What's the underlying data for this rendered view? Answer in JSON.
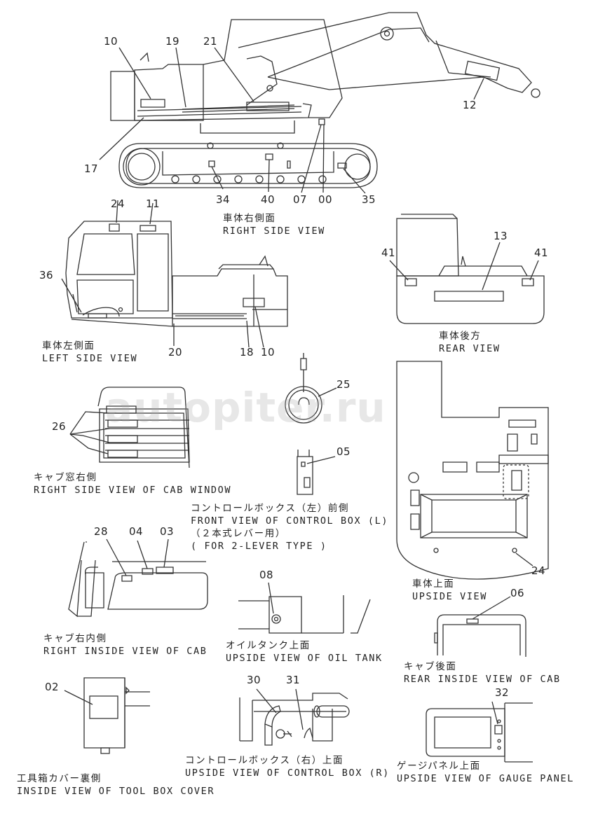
{
  "watermark": "autopiter.ru",
  "views": {
    "right_side": {
      "ja": "車体右側面",
      "en": "RIGHT SIDE VIEW"
    },
    "left_side": {
      "ja": "車体左側面",
      "en": "LEFT SIDE VIEW"
    },
    "rear": {
      "ja": "車体後方",
      "en": "REAR VIEW"
    },
    "cab_window": {
      "ja": "キャブ窓右側",
      "en": "RIGHT SIDE VIEW OF CAB WINDOW"
    },
    "control_box_l": {
      "ja": "コントロールボックス（左）前側",
      "en": "FRONT VIEW OF CONTROL BOX (L)",
      "ja2": "（２本式レバー用）",
      "en2": "( FOR 2-LEVER TYPE )"
    },
    "upside": {
      "ja": "車体上面",
      "en": "UPSIDE VIEW"
    },
    "cab_inside": {
      "ja": "キャブ右内側",
      "en": "RIGHT INSIDE VIEW OF CAB"
    },
    "oil_tank": {
      "ja": "オイルタンク上面",
      "en": "UPSIDE VIEW OF OIL TANK"
    },
    "cab_rear": {
      "ja": "キャブ後面",
      "en": "REAR INSIDE VIEW OF CAB"
    },
    "tool_box": {
      "ja": "工具箱カバー裏側",
      "en": "INSIDE VIEW OF TOOL BOX COVER"
    },
    "control_box_r": {
      "ja": "コントロールボックス（右）上面",
      "en": "UPSIDE VIEW OF CONTROL BOX (R)"
    },
    "gauge_panel": {
      "ja": "ゲージパネル上面",
      "en": "UPSIDE VIEW OF GAUGE PANEL"
    }
  },
  "callouts": {
    "rs_10": "10",
    "rs_19": "19",
    "rs_21": "21",
    "rs_12": "12",
    "rs_17": "17",
    "rs_34": "34",
    "rs_40": "40",
    "rs_07": "07",
    "rs_00": "00",
    "rs_35": "35",
    "ls_24": "24",
    "ls_11": "11",
    "ls_36": "36",
    "ls_20": "20",
    "ls_18": "18",
    "ls_10": "10",
    "rv_41a": "41",
    "rv_13": "13",
    "rv_41b": "41",
    "cw_26": "26",
    "cb_25": "25",
    "cb_05": "05",
    "up_24": "24",
    "ci_28": "28",
    "ci_04": "04",
    "ci_03": "03",
    "ot_08": "08",
    "cr_06": "06",
    "tb_02": "02",
    "cbr_30": "30",
    "cbr_31": "31",
    "gp_32": "32"
  }
}
